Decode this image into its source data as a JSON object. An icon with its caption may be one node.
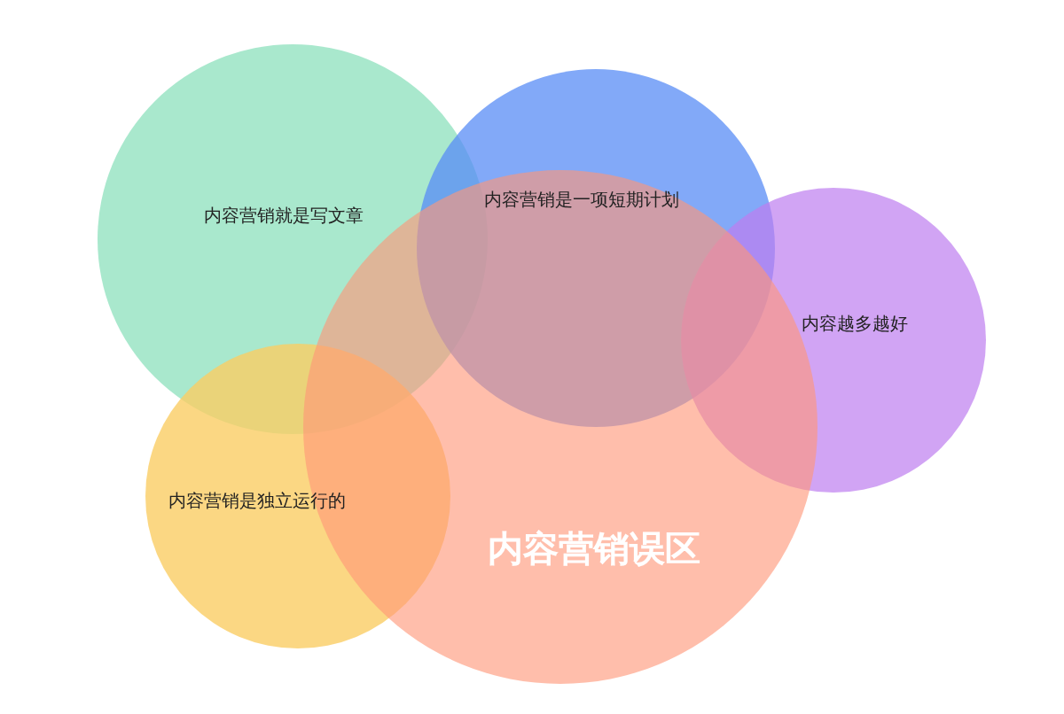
{
  "diagram": {
    "nodes": [
      {
        "text": [
          "内容营销就是写文章"
        ]
      },
      {
        "text": [
          "内容营销是一项短期计划"
        ]
      },
      {
        "text": [
          "内容越多越好"
        ]
      },
      {
        "text": [
          "内容营销是独立运行的"
        ]
      },
      {
        "text": [
          "内容营销误区"
        ]
      }
    ]
  }
}
